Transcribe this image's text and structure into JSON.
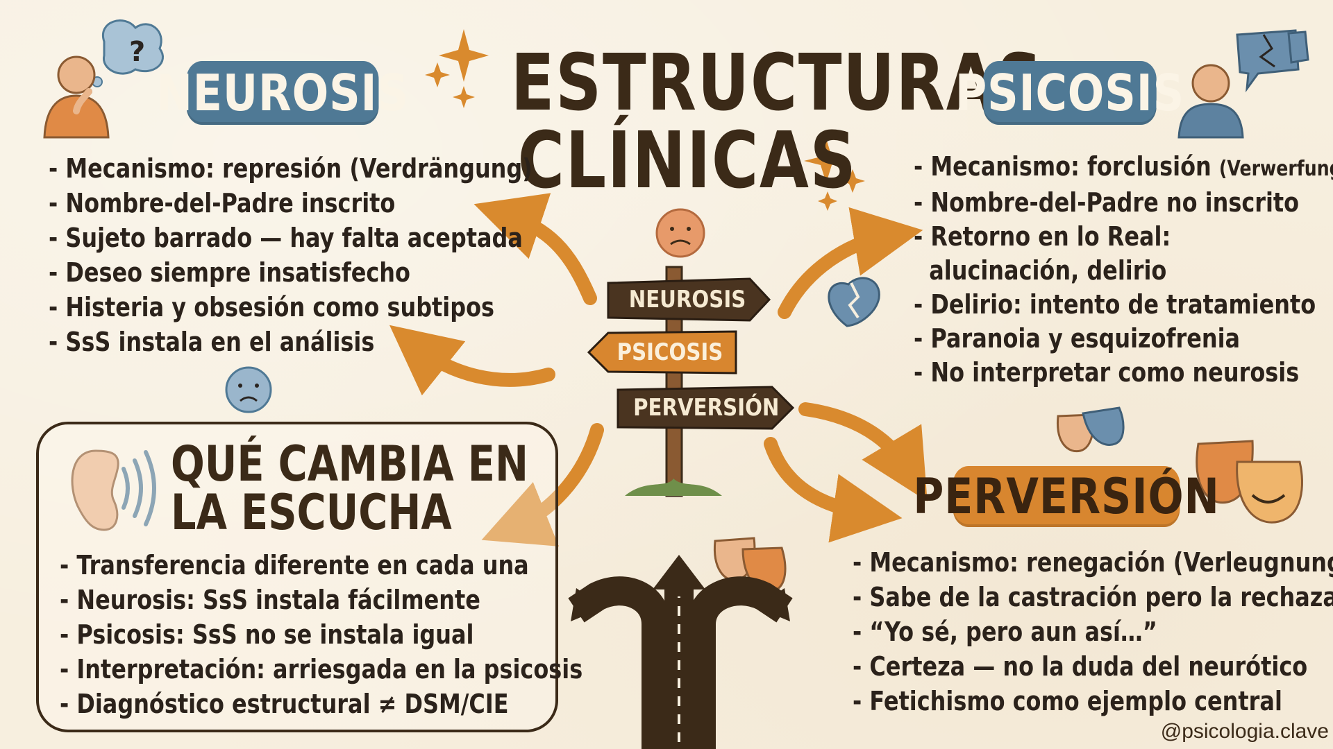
{
  "title": {
    "line1": "ESTRUCTURAS",
    "line2": "CLÍNICAS"
  },
  "neurosis": {
    "label": "NEUROSIS",
    "items": [
      "Mecanismo: represión (Verdrängung)",
      "Nombre-del-Padre inscrito",
      "Sujeto barrado — hay falta aceptada",
      "Deseo siempre insatisfecho",
      "Histeria y obsesión como subtipos",
      "SsS instala en el análisis"
    ]
  },
  "psicosis": {
    "label": "PSICOSIS",
    "item1_main": "Mecanismo: forclusión",
    "item1_note": "(Verwerfung)",
    "item2": "Nombre-del-Padre no inscrito",
    "item3_line1": "Retorno en lo Real:",
    "item3_line2": "alucinación, delirio",
    "item4": "Delirio: intento de tratamiento",
    "item5": "Paranoia y esquizofrenia",
    "item6": "No interpretar como neurosis"
  },
  "perversion": {
    "label": "PERVERSIÓN",
    "items": [
      "Mecanismo: renegación (Verleugnung)",
      "Sabe de la castración pero la rechaza",
      "“Yo sé, pero aun así…”",
      "Certeza — no la duda del neurótico",
      "Fetichismo como ejemplo central"
    ]
  },
  "escucha": {
    "title_line1": "QUÉ CAMBIA EN",
    "title_line2": "LA  ESCUCHA",
    "items": [
      "Transferencia diferente en cada una",
      "Neurosis: SsS instala fácilmente",
      "Psicosis: SsS no se instala igual",
      "Interpretación: arriesgada en la psicosis",
      "Diagnóstico estructural ≠ DSM/CIE"
    ]
  },
  "signpost": {
    "sign1": "NEUROSIS",
    "sign2": "PSICOSIS",
    "sign3": "PERVERSIÓN"
  },
  "credit": "@psicologia.clave",
  "icons": {
    "neurosis": "thinking-person-icon",
    "psicosis": "person-with-speech-bubbles-icon",
    "perversion": "theater-masks-icon",
    "escucha": "ear-sound-icon",
    "roads": "diverging-roads-icon"
  },
  "colors": {
    "background": "#f7efdf",
    "blue_pill": "#4f7995",
    "orange_pill": "#d8862f",
    "arrow": "#d98a2e",
    "dark_text": "#2b221b"
  }
}
